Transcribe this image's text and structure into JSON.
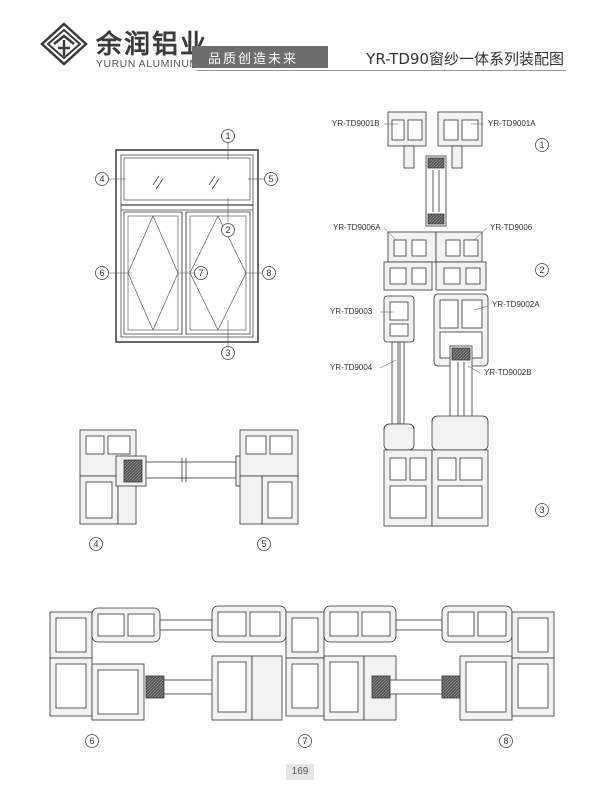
{
  "header": {
    "brand_cn": "余润铝业",
    "brand_en": "YURUN ALUMINUM",
    "slogan": "品质创造未来",
    "title": "YR-TD90窗纱一体系列装配图"
  },
  "callouts": {
    "c1": "1",
    "c2": "2",
    "c3": "3",
    "c4": "4",
    "c5": "5",
    "c6": "6",
    "c7": "7",
    "c8": "8"
  },
  "labels": {
    "td9001b": "YR-TD9001B",
    "td9001a": "YR-TD9001A",
    "td9006a": "YR-TD9006A",
    "td9006": "YR-TD9006",
    "td9003": "YR-TD9003",
    "td9002a": "YR-TD9002A",
    "td9004": "YR-TD9004",
    "td9002b": "YR-TD9002B"
  },
  "page_number": "169"
}
